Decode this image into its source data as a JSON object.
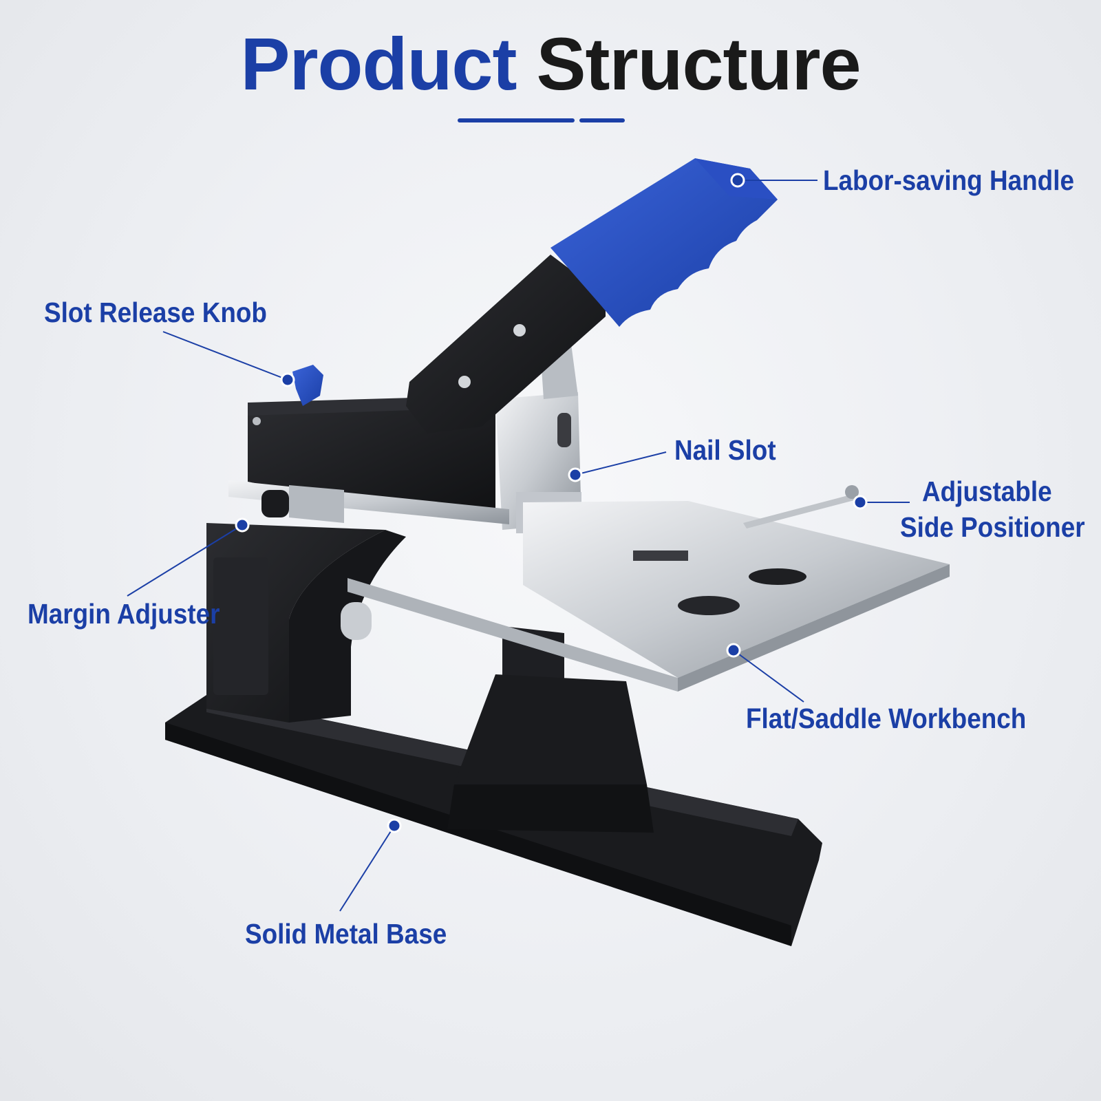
{
  "title": {
    "word1": "Product",
    "word2": "Structure"
  },
  "colors": {
    "accent_blue": "#1b3fa6",
    "title_dark": "#1a1a1a",
    "body_black": "#1c1d20",
    "steel": "#c9cdd2"
  },
  "callouts": {
    "handle": "Labor-saving Handle",
    "knob": "Slot Release Knob",
    "nail_slot": "Nail Slot",
    "positioner_line1": "Adjustable",
    "positioner_line2": "Side Positioner",
    "margin": "Margin Adjuster",
    "workbench": "Flat/Saddle Workbench",
    "base": "Solid Metal Base"
  }
}
